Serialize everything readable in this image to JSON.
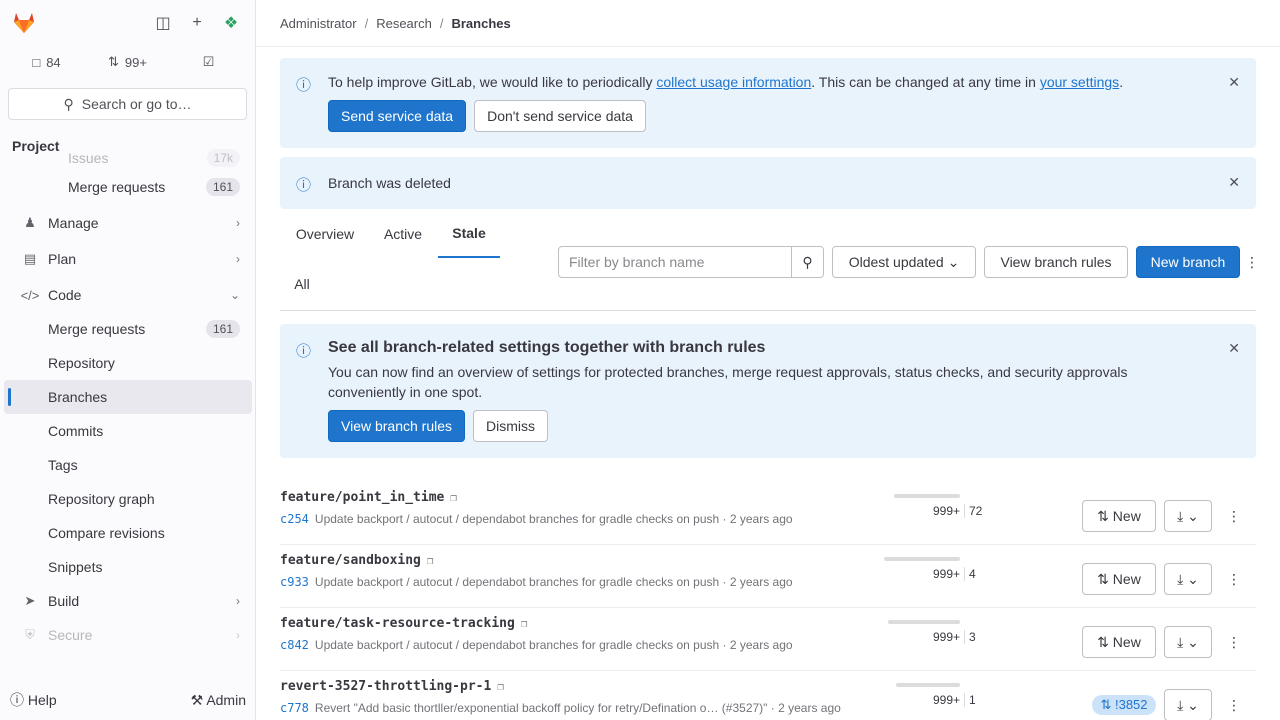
{
  "sidebar": {
    "counts": {
      "issues": "84",
      "merge_requests": "99+"
    },
    "search_label": "Search or go to…",
    "section_title": "Project",
    "items": [
      {
        "label": "Issues",
        "badge": "17k",
        "icon": "issues-icon"
      },
      {
        "label": "Merge requests",
        "badge": "161",
        "icon": "merge-request-icon"
      },
      {
        "label": "Manage",
        "icon": "users-icon"
      },
      {
        "label": "Plan",
        "icon": "plan-icon"
      },
      {
        "label": "Code",
        "icon": "code-icon"
      },
      {
        "label": "Merge requests",
        "badge": "161"
      },
      {
        "label": "Repository"
      },
      {
        "label": "Branches"
      },
      {
        "label": "Commits"
      },
      {
        "label": "Tags"
      },
      {
        "label": "Repository graph"
      },
      {
        "label": "Compare revisions"
      },
      {
        "label": "Snippets"
      },
      {
        "label": "Build",
        "icon": "rocket-icon"
      },
      {
        "label": "Secure",
        "icon": "shield-icon"
      }
    ],
    "help_label": "Help",
    "admin_label": "Admin"
  },
  "breadcrumb": [
    "Administrator",
    "Research",
    "Branches"
  ],
  "usage_alert": {
    "text_before": "To help improve GitLab, we would like to periodically",
    "link1": "collect usage information",
    "text_middle": ". This can be changed at any time in",
    "link2": "your settings",
    "text_after": ".",
    "primary_label": "Send service data",
    "secondary_label": "Don't send service data"
  },
  "deleted_alert": {
    "text": "Branch was deleted"
  },
  "tabs": [
    {
      "label": "Overview"
    },
    {
      "label": "Active"
    },
    {
      "label": "Stale"
    },
    {
      "label": "All"
    }
  ],
  "toolbar": {
    "filter_placeholder": "Filter by branch name",
    "sort_label": "Oldest updated",
    "branch_rules_label": "View branch rules",
    "new_branch_label": "New branch"
  },
  "rules_alert": {
    "title": "See all branch-related settings together with branch rules",
    "body": "You can now find an overview of settings for protected branches, merge request approvals, status checks, and security approvals conveniently in one spot.",
    "primary_label": "View branch rules",
    "secondary_label": "Dismiss"
  },
  "branches": [
    {
      "name": "feature/point_in_time",
      "sha": "c254",
      "message": "Update backport / autocut / dependabot branches for gradle checks on push",
      "time": "2 years ago",
      "behind": "999+",
      "ahead": "72",
      "mr": "New"
    },
    {
      "name": "feature/sandboxing",
      "sha": "c933",
      "message": "Update backport / autocut / dependabot branches for gradle checks on push",
      "time": "2 years ago",
      "behind": "999+",
      "ahead": "4",
      "mr": "New"
    },
    {
      "name": "feature/task-resource-tracking",
      "sha": "c842",
      "message": "Update backport / autocut / dependabot branches for gradle checks on push",
      "time": "2 years ago",
      "behind": "999+",
      "ahead": "3",
      "mr": "New"
    },
    {
      "name": "revert-3527-throttling-pr-1",
      "sha": "c778",
      "message": "Revert \"Add basic thortller/exponential backoff policy for retry/Defination o… (#3527)\"",
      "time": "2 years ago",
      "behind": "999+",
      "ahead": "1",
      "mr": "!3852"
    }
  ]
}
